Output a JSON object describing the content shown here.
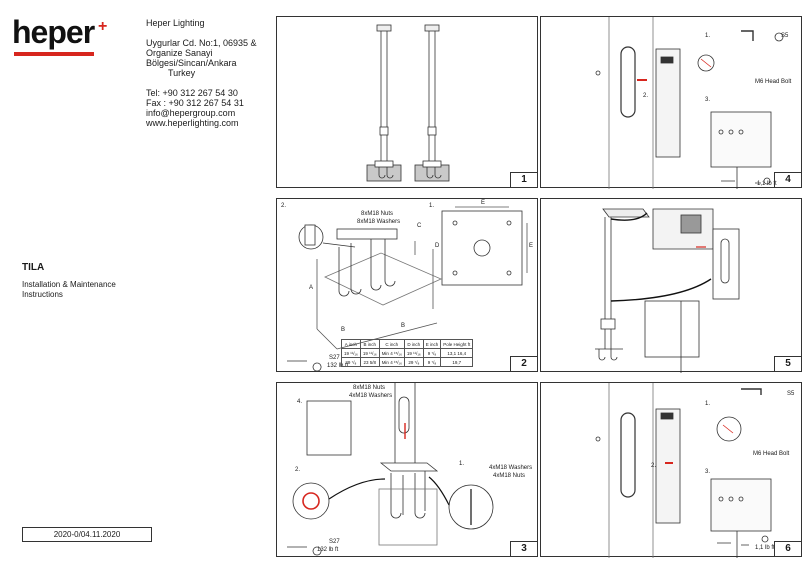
{
  "brand": {
    "logo_text": "heper",
    "accent_color": "#d7261e"
  },
  "company": {
    "name": "Heper Lighting",
    "address_lines": [
      "Uygurlar Cd. No:1, 06935 &",
      "Organize Sanayi",
      "Bölgesi/Sincan/Ankara",
      "Turkey"
    ],
    "tel": "Tel: +90 312 267 54 30",
    "fax": "Fax : +90 312 267 54 31",
    "email": "info@hepergroup.com",
    "web": "www.heperlighting.com"
  },
  "product": {
    "name": "TILA",
    "subtitle_lines": [
      "Installation & Maintenance",
      "Instructions"
    ]
  },
  "revision": "2020-0/04.11.2020",
  "panels": {
    "p1": {
      "number": "1"
    },
    "p2": {
      "number": "2",
      "step_label": "2.",
      "nuts_label": "8xM18 Nuts",
      "washers_label": "8xM18 Washers",
      "step1_label": "1.",
      "dim_labels": {
        "A": "A",
        "B": "B",
        "B2": "B",
        "C": "C",
        "D": "D",
        "E": "E",
        "E2": "E"
      },
      "wrench_label": "S27",
      "torque_label": "132 lb ft",
      "table": {
        "headers": [
          "A\ninch",
          "B\ninch",
          "C\ninch",
          "D\ninch",
          "E\ninch",
          "Pole Height\nft"
        ],
        "rows": [
          [
            "19 ¹¹/₁₆",
            "19 ¹¹/₁₆",
            "Min 4 ¹⁵/₁₆",
            "19 ¹¹/₁₆",
            "9 ⁷/₈",
            "13,1\n16,4"
          ],
          [
            "29 ⁷/₈",
            "23 5/8",
            "Min 4 ¹⁵/₁₆",
            "29 ⁷/₈",
            "9 ⁷/₈",
            "19,7"
          ]
        ]
      }
    },
    "p3": {
      "number": "3",
      "nuts_label": "8xM18 Nuts",
      "washers_label": "4xM18 Washers",
      "step4_label": "4.",
      "step2_label": "2.",
      "step1_label": "1.",
      "right_washers": "4xM18 Washers",
      "right_nuts": "4xM18 Nuts",
      "wrench_label": "S27",
      "torque_label": "132 lb ft"
    },
    "p4": {
      "number": "4",
      "wrench_label": "S5",
      "step1_label": "1.",
      "step2_label": "2.",
      "step3_label": "3.",
      "bolt_label": "M6 Head Bolt",
      "torque_label": "1,1 lb ft"
    },
    "p5": {
      "number": "5"
    },
    "p6": {
      "number": "6",
      "wrench_label": "S5",
      "step1_label": "1.",
      "step2_label": "2.",
      "step3_label": "3.",
      "bolt_label": "M6 Head Bolt",
      "torque_label": "1,1 lb ft"
    }
  }
}
